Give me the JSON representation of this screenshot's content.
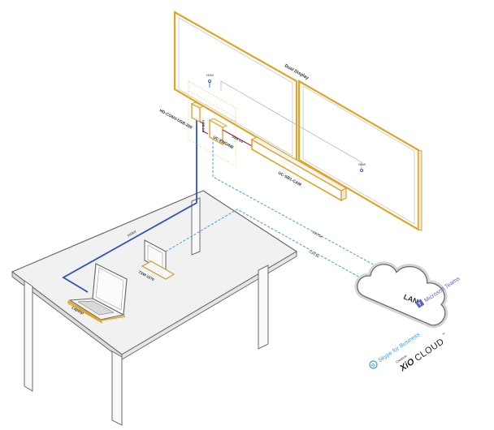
{
  "labels": {
    "dual_display": "Dual Display",
    "hdmi_left": "HDMI",
    "hdmi_right": "HDMI",
    "hd_conv": "HD-CONV-USB-200",
    "usb_left": "USB 3.0",
    "usb_right": "USB 3.0",
    "uc_engine": "UC-ENGINE",
    "uc_cam": "UC-SB1-CAM",
    "hdmi_cable": "HDMI",
    "tss": "TSW-1070",
    "laptop": "Laptop",
    "cat5e_top": "CAT5e",
    "cat5e_bottom": "CAT5e",
    "lan": "LAN"
  },
  "branding": {
    "skype": "Skype for Business",
    "teams": "Microsoft Teams",
    "crestron": "Crestron",
    "xio_a": "XiO",
    "xio_b": "CLOUD",
    "tm": "™"
  },
  "colors": {
    "frame": "#e0a526",
    "hdmi": "#2a55b8",
    "usb": "#a0205a",
    "cat": "#3aa0d8",
    "table": "#6b6b6b",
    "skype": "#2aa6df",
    "teams": "#5b5fc7"
  }
}
